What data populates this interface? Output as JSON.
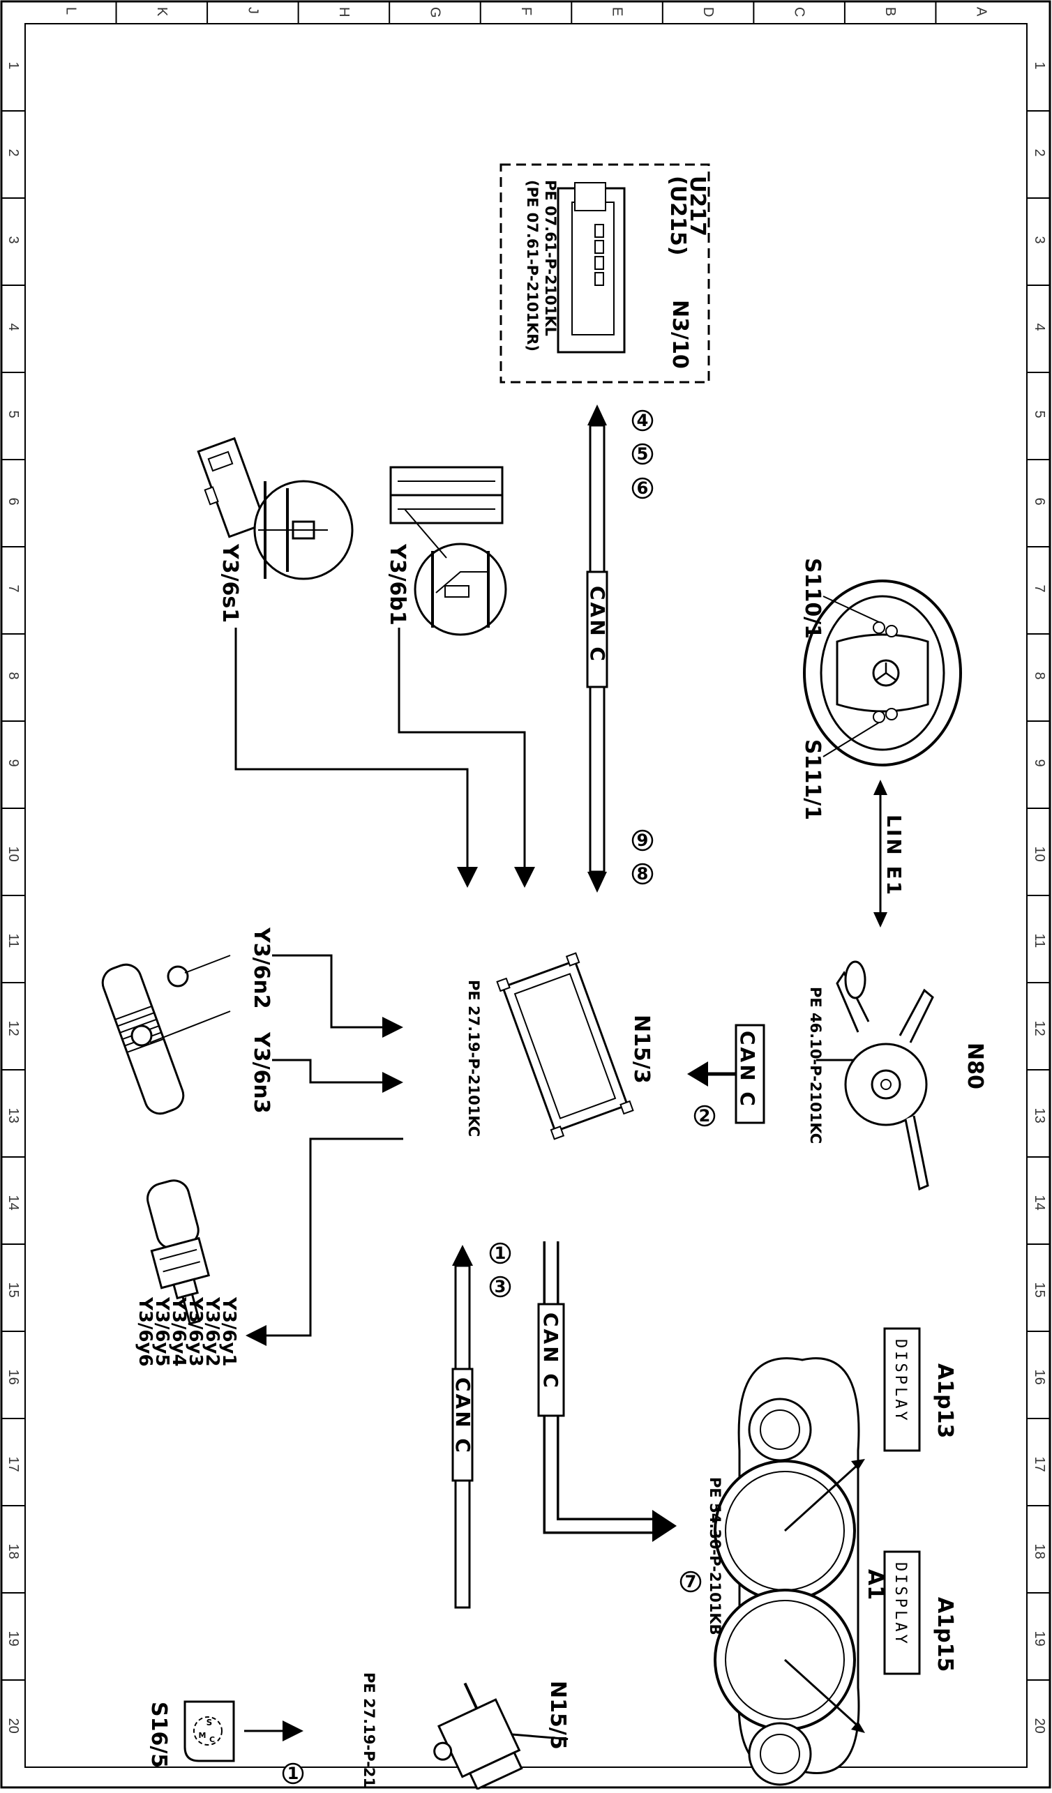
{
  "grid": {
    "letters": [
      "L",
      "K",
      "J",
      "H",
      "G",
      "F",
      "E",
      "D",
      "C",
      "B",
      "A"
    ],
    "numbers": [
      "1",
      "2",
      "3",
      "4",
      "5",
      "6",
      "7",
      "8",
      "9",
      "10",
      "11",
      "12",
      "13",
      "14",
      "15",
      "16",
      "17",
      "18",
      "19",
      "20"
    ]
  },
  "components": {
    "n3_10": {
      "label": "N3/10",
      "variant1": "U217",
      "variant2": "(U215)",
      "ref1": "PE 07.61-P-2101KL",
      "ref2": "(PE 07.61-P-2101KR)"
    },
    "s110_1": {
      "label": "S110/1"
    },
    "s111_1": {
      "label": "S111/1"
    },
    "y3_6s1": {
      "label": "Y3/6s1"
    },
    "y3_6b1": {
      "label": "Y3/6b1"
    },
    "n80": {
      "label": "N80",
      "ref": "PE 46.10-P-2101KC"
    },
    "n15_3": {
      "label": "N15/3",
      "ref": "PE 27.19-P-2101KC"
    },
    "y3_6n2": {
      "label": "Y3/6n2"
    },
    "y3_6n3": {
      "label": "Y3/6n3"
    },
    "valves": {
      "labels": [
        "Y3/6y1",
        "Y3/6y2",
        "Y3/6y3",
        "Y3/6y4",
        "Y3/6y5",
        "Y3/6y6"
      ]
    },
    "a1": {
      "label": "A1",
      "ref": "PE 54.30-P-2101KB"
    },
    "a1p13": {
      "label": "A1p13",
      "display": "DISPLAY"
    },
    "a1p15": {
      "label": "A1p15",
      "display": "DISPLAY"
    },
    "n15_5": {
      "label": "N15/5",
      "ref": "PE 27.19-P-21"
    },
    "s16_5": {
      "label": "S16/5"
    }
  },
  "buses": {
    "can": "CAN C",
    "lin": "LIN E1"
  },
  "markers": {
    "m4": "4",
    "m5": "5",
    "m6": "6",
    "m9": "9",
    "m8": "8",
    "m2": "2",
    "m1": "1",
    "m3": "3",
    "m7": "7",
    "m1b": "1"
  }
}
